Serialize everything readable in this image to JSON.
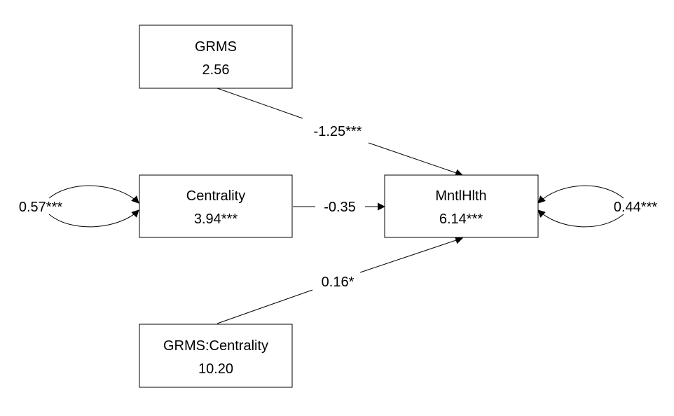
{
  "diagram": {
    "nodes": {
      "grms": {
        "name": "GRMS",
        "value": "2.56"
      },
      "centrality": {
        "name": "Centrality",
        "value": "3.94***"
      },
      "interaction": {
        "name": "GRMS:Centrality",
        "value": "10.20"
      },
      "outcome": {
        "name": "MntlHlth",
        "value": "6.14***"
      }
    },
    "edges": {
      "grms_to_outcome": "-1.25***",
      "centrality_to_outcome": "-0.35",
      "interaction_to_outcome": "0.16*"
    },
    "variances": {
      "centrality": "0.57***",
      "outcome": "0.44***"
    }
  }
}
